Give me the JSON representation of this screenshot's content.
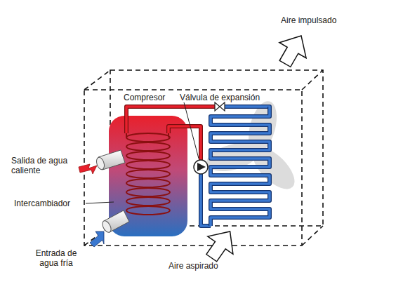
{
  "diagram": {
    "labels": [
      "Aire impulsado",
      "Compresor",
      "Válvula de expansión",
      "Salida de agua caliente",
      "Intercambiador",
      "Entrada de agua fría",
      "Aire aspirado"
    ]
  }
}
